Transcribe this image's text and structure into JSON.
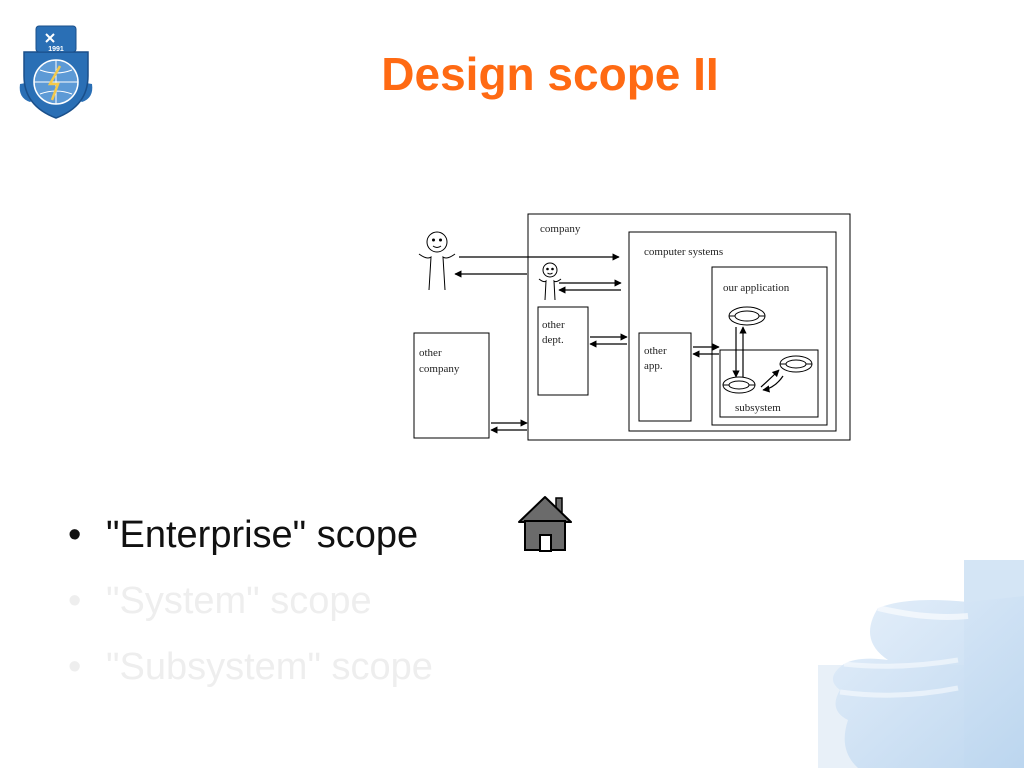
{
  "slide": {
    "title": "Design scope II",
    "bullets": [
      {
        "text": "\"Enterprise\" scope",
        "state": "active"
      },
      {
        "text": "\"System\" scope",
        "state": "faded"
      },
      {
        "text": "\"Subsystem\" scope",
        "state": "faded"
      }
    ],
    "bullet_char": "•",
    "home_icon": "home-icon"
  },
  "logo": {
    "icon": "university-crest-logo",
    "year_text": "1991"
  },
  "diagram": {
    "labels": {
      "company": "company",
      "computer_systems": "computer systems",
      "our_application": "our application",
      "other_dept_1": "other",
      "other_dept_2": "dept.",
      "other_app_1": "other",
      "other_app_2": "app.",
      "other_company_1": "other",
      "other_company_2": "company",
      "subsystem": "subsystem"
    }
  },
  "colors": {
    "title": "#ff6a13",
    "faded_text": "#eeeeee",
    "hand_tint": "#cfe3f5"
  }
}
